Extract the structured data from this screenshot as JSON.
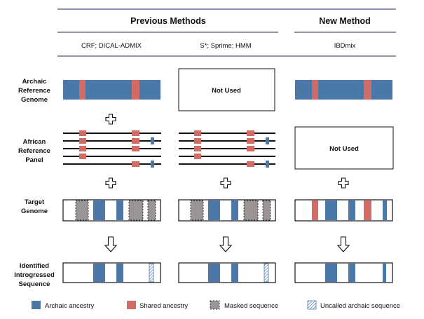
{
  "header": {
    "previous_methods": "Previous Methods",
    "new_method": "New Method"
  },
  "methods": {
    "col1": "CRF; DICAL-ADMIX",
    "col2": "S*; Sprime; HMM",
    "col3": "IBDmix"
  },
  "rows": {
    "archaic_reference_genome": [
      "Archaic",
      "Reference",
      "Genome"
    ],
    "african_reference_panel": [
      "African",
      "Reference",
      "Panel"
    ],
    "target_genome": [
      "Target",
      "Genome"
    ],
    "identified_introgressed_sequence": [
      "Identified",
      "Introgressed",
      "Sequence"
    ]
  },
  "not_used_label": "Not Used",
  "legend": {
    "archaic_ancestry": "Archaic ancestry",
    "shared_ancestry": "Shared ancestry",
    "masked_sequence": "Masked sequence",
    "uncalled_archaic_sequence": "Uncalled archaic sequence"
  },
  "colors": {
    "archaic": "#4a78a8",
    "shared": "#d36b65",
    "masked": "#9a9494",
    "outline": "#111111",
    "rule": "#1e2a5a"
  }
}
